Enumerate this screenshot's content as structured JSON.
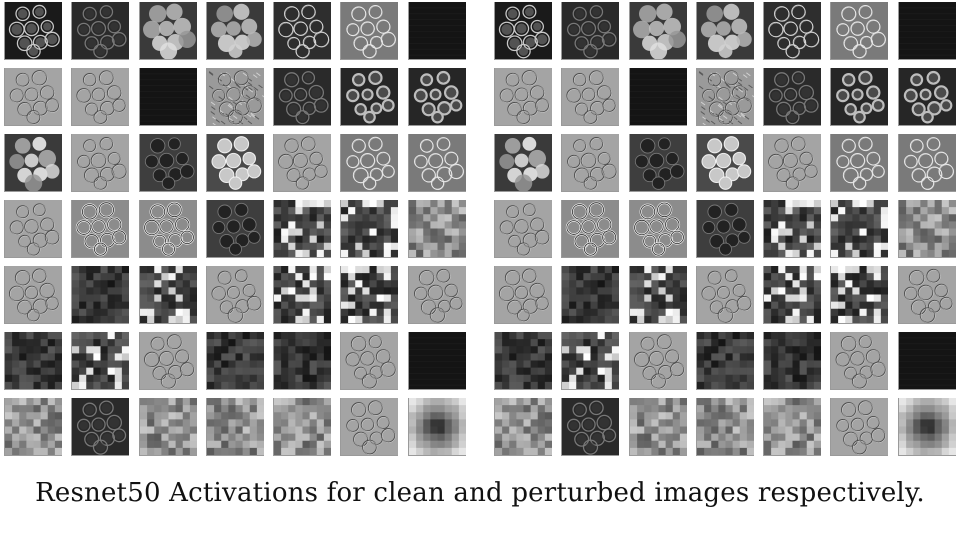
{
  "caption": "Resnet50 Activations for clean and perturbed images respectively.",
  "panels": [
    {
      "id": "clean",
      "grid": [
        [
          "cells-dark",
          "cells-dark-soft",
          "blur-bright",
          "blur-bright",
          "edges-dark",
          "edges-mid",
          "empty-dark"
        ],
        [
          "edges-gray",
          "edges-gray",
          "empty-dark",
          "texture-gray",
          "cells-dark-soft",
          "cells-bright-edge",
          "cells-bright-edge"
        ],
        [
          "blur-bright",
          "edges-gray",
          "dark-relief",
          "edges-bright",
          "edges-gray",
          "edges-mid",
          "edges-mid"
        ],
        [
          "edges-gray",
          "rings",
          "rings",
          "dark-relief",
          "blocks-bright",
          "blocks-bright",
          "blocks-gray"
        ],
        [
          "edges-gray",
          "blocks-dark",
          "blocks-bright",
          "edges-gray",
          "blocks-bright",
          "blocks-bright",
          "edges-gray"
        ],
        [
          "blocks-dark",
          "blocks-bright",
          "edges-gray",
          "blocks-dark",
          "blocks-dark",
          "edges-gray",
          "empty-dark"
        ],
        [
          "blocks-gray",
          "cells-dark-soft",
          "blocks-gray",
          "blocks-gray",
          "blocks-gray",
          "edges-gray",
          "blob-dark"
        ]
      ]
    },
    {
      "id": "perturbed",
      "grid": [
        [
          "cells-dark",
          "cells-dark-soft",
          "blur-bright",
          "blur-bright",
          "edges-dark",
          "edges-mid",
          "empty-dark"
        ],
        [
          "edges-gray",
          "edges-gray",
          "empty-dark",
          "texture-gray",
          "cells-dark-soft",
          "cells-bright-edge",
          "cells-bright-edge"
        ],
        [
          "blur-bright",
          "edges-gray",
          "dark-relief",
          "edges-bright",
          "edges-gray",
          "edges-mid",
          "edges-mid"
        ],
        [
          "edges-gray",
          "rings",
          "rings",
          "dark-relief",
          "blocks-bright",
          "blocks-bright",
          "blocks-gray"
        ],
        [
          "edges-gray",
          "blocks-dark",
          "blocks-bright",
          "edges-gray",
          "blocks-bright",
          "blocks-bright",
          "edges-gray"
        ],
        [
          "blocks-dark",
          "blocks-bright",
          "edges-gray",
          "blocks-dark",
          "blocks-dark",
          "edges-gray",
          "empty-dark"
        ],
        [
          "blocks-gray",
          "cells-dark-soft",
          "blocks-gray",
          "blocks-gray",
          "blocks-gray",
          "edges-gray",
          "blob-dark"
        ]
      ]
    }
  ]
}
